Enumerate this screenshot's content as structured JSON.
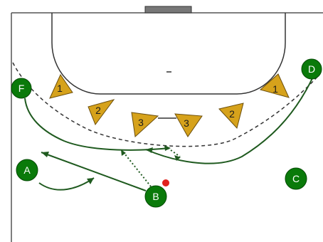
{
  "court": {
    "line_color": "#555555",
    "path_color": "#1f5a1f",
    "player_color": "#0a7a0a",
    "defender_color": "#d6a21b",
    "ball_color": "#e0221d"
  },
  "players": [
    {
      "id": "F",
      "label": "F"
    },
    {
      "id": "D",
      "label": "D"
    },
    {
      "id": "A",
      "label": "A"
    },
    {
      "id": "B",
      "label": "B"
    },
    {
      "id": "C",
      "label": "C"
    }
  ],
  "defenders": [
    {
      "label": "1"
    },
    {
      "label": "2"
    },
    {
      "label": "3"
    },
    {
      "label": "3"
    },
    {
      "label": "2"
    },
    {
      "label": "1"
    }
  ]
}
